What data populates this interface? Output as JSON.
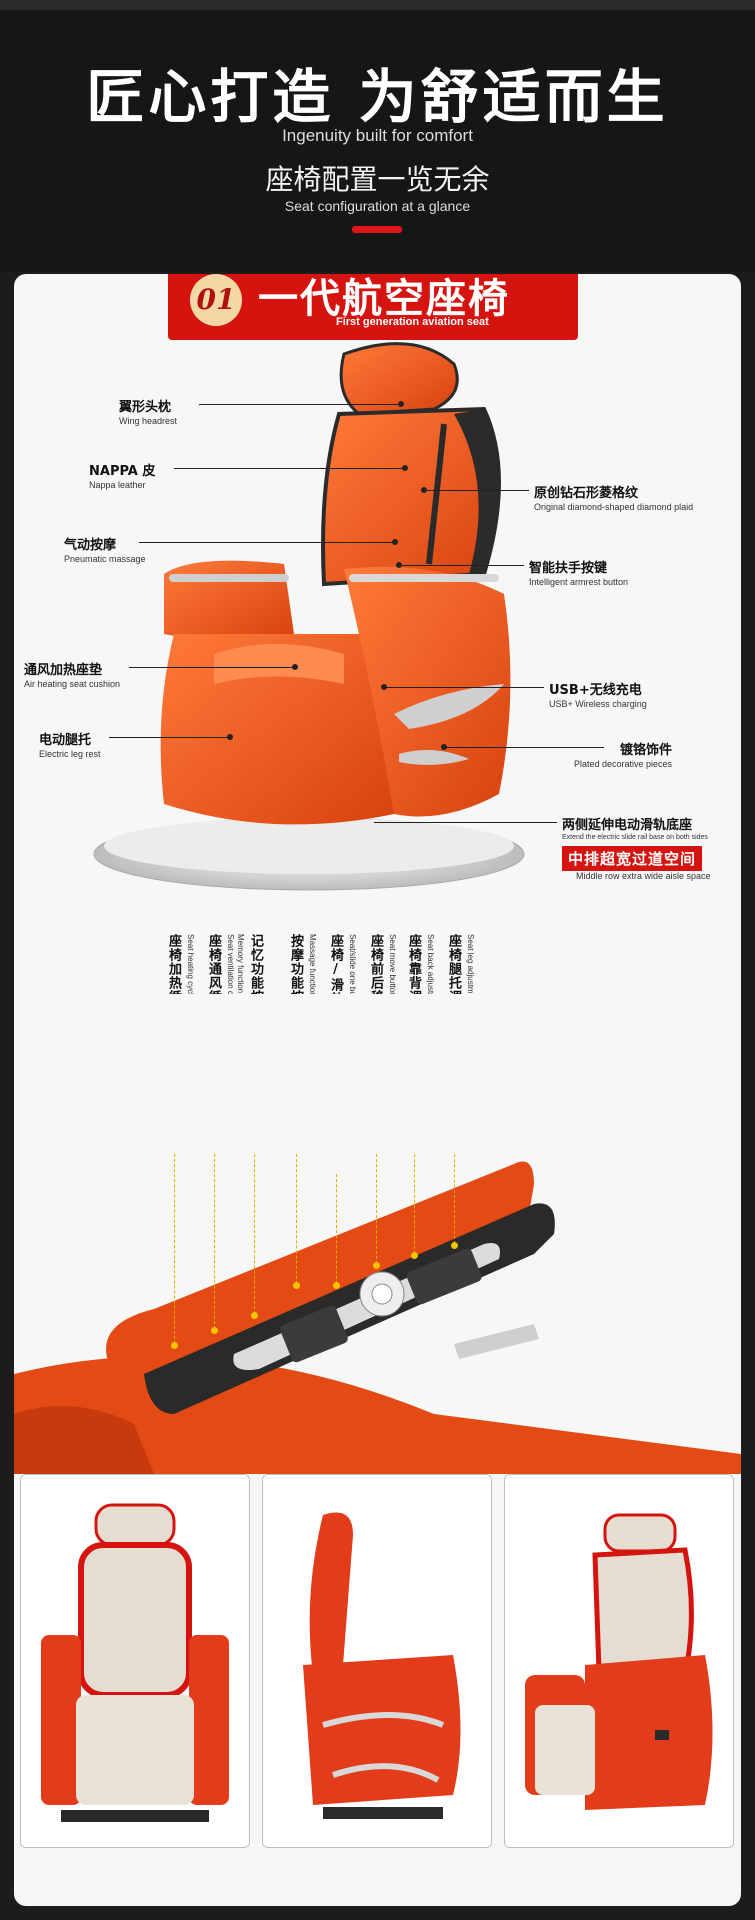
{
  "header": {
    "title": "匠心打造 为舒适而生",
    "subtitle_en": "Ingenuity built for comfort",
    "subtitle_cn": "座椅配置一览无余",
    "subtitle2_en": "Seat configuration at a glance"
  },
  "badge": {
    "number": "01",
    "title": "一代航空座椅",
    "title_en": "First generation aviation seat"
  },
  "features_left": [
    {
      "cn": "翼形头枕",
      "en": "Wing headrest"
    },
    {
      "cn": "NAPPA 皮",
      "en": "Nappa leather"
    },
    {
      "cn": "气动按摩",
      "en": "Pneumatic massage"
    },
    {
      "cn": "通风加热座垫",
      "en": "Air heating seat cushion"
    },
    {
      "cn": "电动腿托",
      "en": "Electric leg rest"
    }
  ],
  "features_right": [
    {
      "cn": "原创钻石形菱格纹",
      "en": "Original diamond-shaped diamond plaid"
    },
    {
      "cn": "智能扶手按键",
      "en": "Intelligent armrest button"
    },
    {
      "cn": "USB+无线充电",
      "en": "USB+ Wireless charging"
    },
    {
      "cn": "镀铬饰件",
      "en": "Plated decorative pieces"
    },
    {
      "cn": "两侧延伸电动滑轨底座",
      "en": "Extend the electric slide rail base on both sides"
    }
  ],
  "highlight": {
    "cn": "中排超宽过道空间",
    "en": "Middle row extra wide aisle space"
  },
  "buttons": [
    {
      "cn": "座椅加热循环按键",
      "en": "Seat heating cycle button"
    },
    {
      "cn": "座椅通风循环按键",
      "en": "Seat ventilation cycle button"
    },
    {
      "cn": "记忆功能按键",
      "en": "Memory function key"
    },
    {
      "cn": "按摩功能按键",
      "en": "Massage function button"
    },
    {
      "cn": "座椅/滑轨一键复位按键",
      "en": "Seat/slide one button reset button"
    },
    {
      "cn": "座椅前后移动按键",
      "en": "Seat move button"
    },
    {
      "cn": "座椅靠背调节按键",
      "en": "Seat back adjustment button"
    },
    {
      "cn": "座椅腿托调节按键",
      "en": "Seat leg adjustment button"
    }
  ],
  "colors": {
    "accent_red": "#d5140f",
    "seat_orange": "#f0561e",
    "header_bg": "#161616",
    "badge_gold": "#f3d8a6"
  }
}
